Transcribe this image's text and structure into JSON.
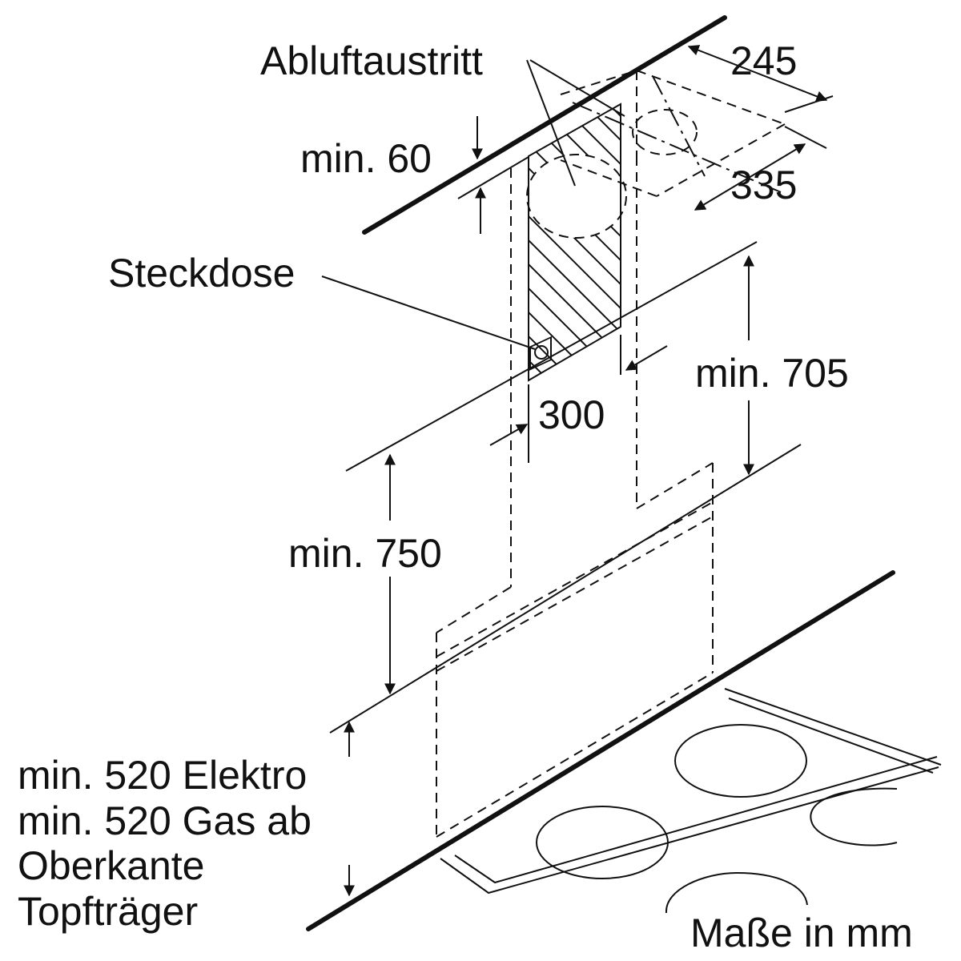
{
  "labels": {
    "exhaust_outlet": "Abluftaustritt",
    "socket": "Steckdose",
    "dim_245": "245",
    "dim_335": "335",
    "dim_min60": "min. 60",
    "dim_min705": "min. 705",
    "dim_300": "300",
    "dim_min750": "min. 750",
    "clearance_line1": "min. 520 Elektro",
    "clearance_line2": "min. 520 Gas ab",
    "clearance_line3": "Oberkante",
    "clearance_line4": "Topfträger",
    "units_note": "Maße in mm"
  }
}
